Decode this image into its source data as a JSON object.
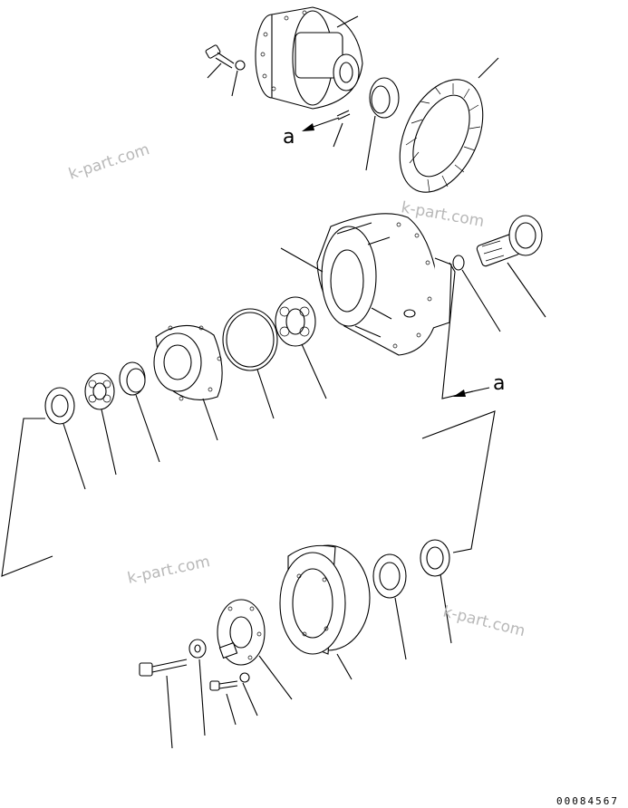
{
  "watermarks": [
    "k-part.com",
    "k-part.com",
    "k-part.com",
    "k-part.com"
  ],
  "arrow_labels": {
    "upper": "a",
    "lower": "a"
  },
  "drawing_number": "00084567"
}
